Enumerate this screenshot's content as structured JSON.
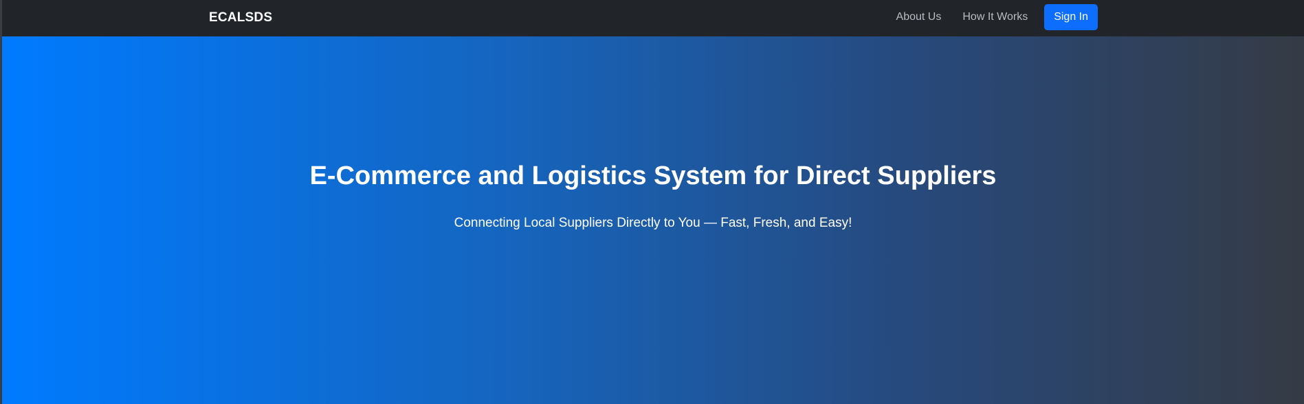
{
  "navbar": {
    "brand": "ECALSDS",
    "links": [
      {
        "label": "About Us"
      },
      {
        "label": "How It Works"
      }
    ],
    "signin_label": "Sign In"
  },
  "hero": {
    "title": "E-Commerce and Logistics System for Direct Suppliers",
    "subtitle": "Connecting Local Suppliers Directly to You — Fast, Fresh, and Easy!"
  },
  "colors": {
    "navbar_bg": "#212529",
    "accent": "#0d6efd",
    "gradient_start": "#007bff",
    "gradient_end": "#353b45"
  }
}
